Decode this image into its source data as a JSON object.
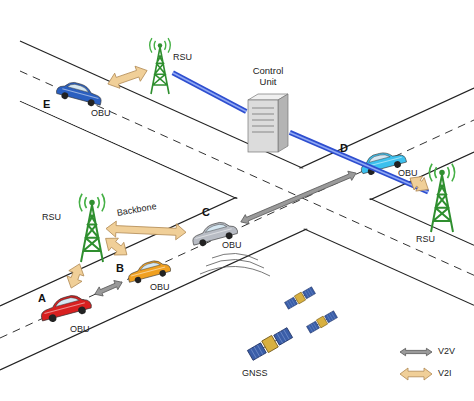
{
  "diagram": {
    "nodes": [
      {
        "text": [
          "RSU"
        ]
      },
      {
        "text": [
          "E",
          "OBU"
        ]
      },
      {
        "text": [
          "Control Unit"
        ]
      },
      {
        "text": [
          "D",
          "OBU"
        ]
      },
      {
        "text": [
          "RSU"
        ]
      },
      {
        "text": [
          "RSU"
        ]
      },
      {
        "text": [
          "C",
          "OBU"
        ]
      },
      {
        "text": [
          "B",
          "OBU"
        ]
      },
      {
        "text": [
          "A",
          "OBU"
        ]
      },
      {
        "text": [
          "GNSS"
        ]
      }
    ],
    "edges": [
      {
        "from": 1,
        "to": 0,
        "arrow": "both"
      },
      {
        "from": 0,
        "to": 2,
        "arrow": "none"
      },
      {
        "from": 2,
        "to": 4,
        "arrow": "none"
      },
      {
        "from": 3,
        "to": 4,
        "arrow": "both"
      },
      {
        "from": 6,
        "to": 3,
        "arrow": "both"
      },
      {
        "from": 5,
        "to": 6,
        "arrow": "both"
      },
      {
        "from": 5,
        "to": 7,
        "arrow": "both"
      },
      {
        "from": 5,
        "to": 8,
        "arrow": "both"
      },
      {
        "from": 8,
        "to": 7,
        "arrow": "both"
      }
    ],
    "labels": [
      "Backbone"
    ],
    "legend": [
      {
        "text": "V2V"
      },
      {
        "text": "V2I"
      }
    ]
  }
}
